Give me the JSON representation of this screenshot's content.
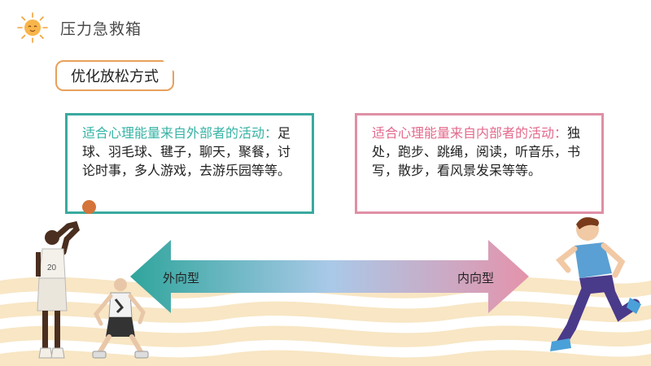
{
  "header": {
    "title": "压力急救箱",
    "icon": "sun-icon"
  },
  "section": {
    "label": "优化放松方式"
  },
  "cards": {
    "external": {
      "lead": "适合心理能量来自外部者的活动：",
      "body": "足球、羽毛球、毽子，聊天，聚餐，讨论时事，多人游戏，去游乐园等等。"
    },
    "internal": {
      "lead": "适合心理能量来自内部者的活动：",
      "body": "独处，跑步、跳绳，阅读，听音乐，书写，散步，看风景发呆等等。"
    }
  },
  "arrow": {
    "left_label": "外向型",
    "right_label": "内向型",
    "colors": {
      "left": "#2fa59c",
      "mid": "#a9c9e8",
      "right": "#e493ab"
    }
  },
  "colors": {
    "teal_border": "#3aaa9f",
    "pink_border": "#e08fa5",
    "wave": "#f7e4c2",
    "accent_orange": "#e8a05a"
  }
}
